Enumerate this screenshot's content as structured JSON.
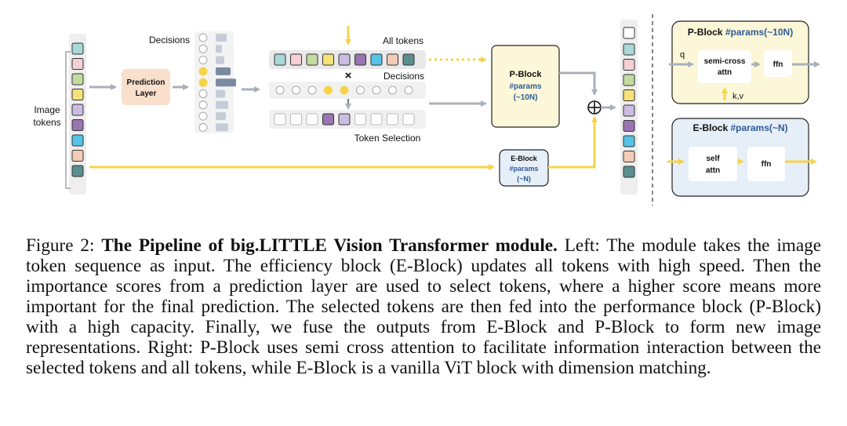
{
  "diagram": {
    "image_tokens_label": [
      "Image",
      "tokens"
    ],
    "decisions_label": "Decisions",
    "prediction_layer_label": [
      "Prediction",
      "Layer"
    ],
    "all_tokens_label": "All tokens",
    "decisions_label_2": "Decisions",
    "multiply_symbol": "×",
    "token_selection_label": "Token Selection",
    "pblock": {
      "name": "P-Block",
      "params_lines": [
        "#params",
        "(~10N)"
      ]
    },
    "eblock": {
      "name": "E-Block",
      "params_lines": [
        "#params",
        "(~N)"
      ]
    },
    "plus_symbol": "⊕",
    "pblock_detail": {
      "title": "P-Block",
      "params": "#params(~10N)",
      "attn_label": [
        "semi-cross",
        "attn"
      ],
      "ffn_label": "ffn",
      "q_label": "q",
      "kv_label": "k,v"
    },
    "eblock_detail": {
      "title": "E-Block",
      "params": "#params(~N)",
      "attn_label": [
        "self",
        "attn"
      ],
      "ffn_label": "ffn"
    },
    "colors": {
      "token_green": "#a8d8d8",
      "token_pink": "#f5cfd6",
      "token_lime": "#c4dba0",
      "token_yellow": "#f5e27a",
      "token_lavender": "#cbbce3",
      "token_purple": "#9a74b1",
      "token_cyan": "#55c3e6",
      "token_peach": "#f4cbb6",
      "token_teal": "#5b8e8f",
      "arrow_gray": "#a8b0bb",
      "arrow_yellow": "#f5d44a",
      "pblock_fill": "#fbf7d8",
      "eblock_fill": "#e6eff8",
      "pred_fill": "#f9dfcc",
      "params_blue": "#2f5b95"
    }
  },
  "caption": {
    "prefix": "Figure 2: ",
    "bold": "The Pipeline of big.LITTLE Vision Transformer module.",
    "body": " Left: The module takes the image token sequence as input. The efficiency block (E-Block) updates all tokens with high speed. Then the importance scores from a prediction layer are used to select tokens, where a higher score means more important for the final prediction. The selected tokens are then fed into the performance block (P-Block) with a high capacity. Finally, we fuse the outputs from E-Block and P-Block to form new image representations. Right: P-Block uses semi cross attention to facilitate information interaction between the selected tokens and all tokens, while E-Block is a vanilla ViT block with dimension matching."
  }
}
